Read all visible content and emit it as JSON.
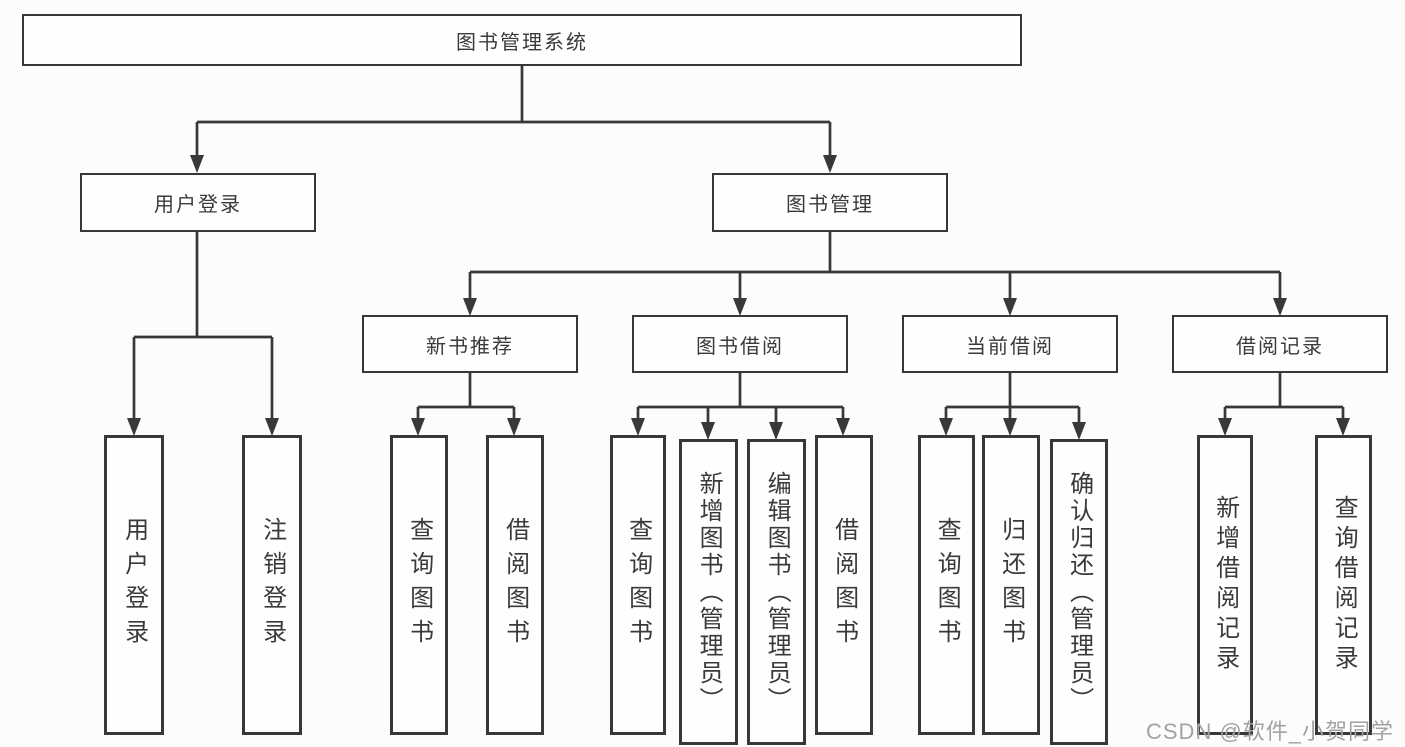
{
  "diagram_title": "图书管理系统",
  "tree": {
    "root": {
      "label": "图书管理系统"
    },
    "branches": [
      {
        "label": "用户登录",
        "children": [
          {
            "label": "用户登录"
          },
          {
            "label": "注销登录"
          }
        ]
      },
      {
        "label": "图书管理",
        "children": [
          {
            "label": "新书推荐",
            "children": [
              {
                "label": "查询图书"
              },
              {
                "label": "借阅图书"
              }
            ]
          },
          {
            "label": "图书借阅",
            "children": [
              {
                "label": "查询图书"
              },
              {
                "label": "新增图书（管理员）"
              },
              {
                "label": "编辑图书（管理员）"
              },
              {
                "label": "借阅图书"
              }
            ]
          },
          {
            "label": "当前借阅",
            "children": [
              {
                "label": "查询图书"
              },
              {
                "label": "归还图书"
              },
              {
                "label": "确认归还（管理员）"
              }
            ]
          },
          {
            "label": "借阅记录",
            "children": [
              {
                "label": "新增借阅记录"
              },
              {
                "label": "查询借阅记录"
              }
            ]
          }
        ]
      }
    ]
  },
  "watermark": {
    "text": "CSDN @软件_小贺同学"
  },
  "colors": {
    "line": "#383838",
    "box_border": "#383838",
    "box_fill": "#fefefe",
    "text": "#3a3a3a",
    "watermark": "#a2a2a2",
    "background": "#fcfcfc"
  }
}
